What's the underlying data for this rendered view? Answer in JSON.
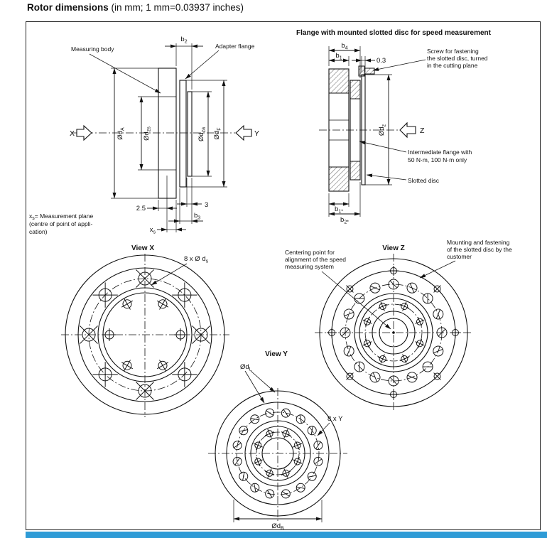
{
  "page": {
    "title": "Rotor dimensions",
    "subtitle": " (in mm; 1 mm=0.03937 inches)",
    "accent_blue": "#2E9BD6"
  },
  "left": {
    "measuring_body": "Measuring body",
    "adapter_flange": "Adapter flange",
    "b2": {
      "base": "b",
      "sub": "2"
    },
    "dA": {
      "base": "Ød",
      "sub": "A"
    },
    "dzs": {
      "base": "Ød",
      "sub": "zs"
    },
    "dza": {
      "base": "Ød",
      "sub": "za"
    },
    "dF": {
      "base": "Ød",
      "sub": "F"
    },
    "x": "X",
    "y": "Y",
    "dim25": "2.5",
    "dim3": "3",
    "xs": {
      "base": "x",
      "sub": "s"
    },
    "b3": {
      "base": "b",
      "sub": "3"
    },
    "note1": {
      "base": "x",
      "sub": "s",
      "rest": "= Measurement plane"
    },
    "note2": "(centre of point of appli-",
    "note3": "cation)"
  },
  "right": {
    "header": "Flange with mounted slotted disc for speed measurement",
    "b4": {
      "base": "b",
      "sub": "4"
    },
    "b1": {
      "base": "b",
      "sub": "1"
    },
    "dim03": "0.3",
    "screw_note1": "Screw for fastening",
    "screw_note2": "the slotted disc, turned",
    "screw_note3": "in the cutting plane",
    "dz": {
      "base": "Ød",
      "sub": "z"
    },
    "z": "Z",
    "inter_note1": "Intermediate flange with",
    "inter_note2": "50 N·m, 100 N·m only",
    "slotted_disc": "Slotted disc",
    "b1s": {
      "base": "b",
      "sub": "1*"
    },
    "b2s": {
      "base": "b",
      "sub": "2*"
    }
  },
  "view_x": {
    "title": "View X",
    "holes": {
      "base": "8 x Ø d",
      "sub": "s"
    }
  },
  "view_z": {
    "title": "View Z",
    "centering1": "Centering point for",
    "centering2": "alignment of the speed",
    "centering3": "measuring system",
    "mounting1": "Mounting and fastening",
    "mounting2": "of the slotted disc by the",
    "mounting3": "customer"
  },
  "view_y": {
    "title": "View Y",
    "dL": {
      "base": "Ød",
      "sub": "L"
    },
    "holes": "8 x Y",
    "dB": {
      "base": "Ød",
      "sub": "B"
    }
  }
}
